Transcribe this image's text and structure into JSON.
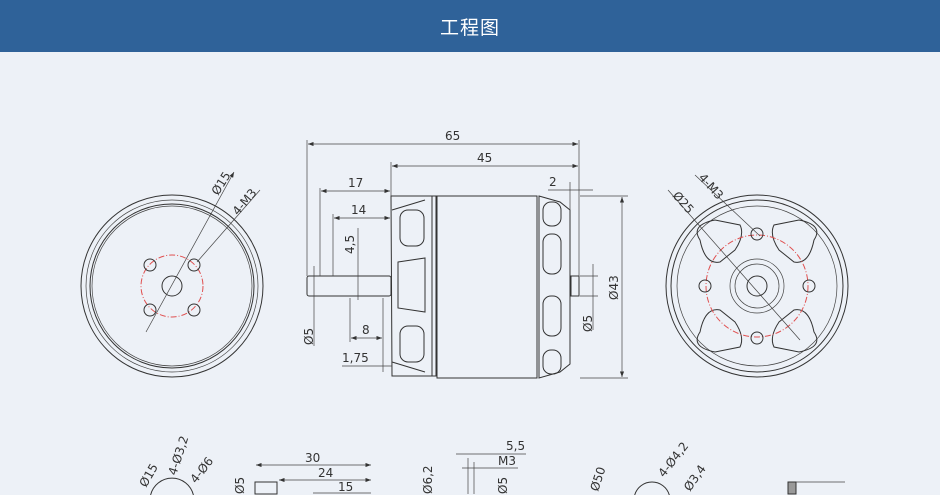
{
  "header": {
    "title": "工程图"
  },
  "colors": {
    "header_bg": "#2f6299",
    "page_bg": "#edf1f7",
    "centerline": "#e05050",
    "line": "#333333"
  },
  "front_view": {
    "dims": {
      "pcd": "Ø15",
      "holes": "4-M3"
    }
  },
  "side_view": {
    "dims": {
      "overall": "65",
      "body": "45",
      "shaft_front": "17",
      "shaft_mid": "14",
      "rear_shaft": "2",
      "diameter": "Ø43",
      "flat": "4,5",
      "flat_len": "8",
      "groove": "1,75",
      "shaft_dia_front": "Ø5",
      "shaft_dia_rear": "Ø5"
    }
  },
  "rear_view": {
    "dims": {
      "pcd": "Ø25",
      "holes": "4-M3"
    }
  },
  "bottom_row": {
    "labels": [
      "Ø15",
      "4-Ø3,2",
      "4-Ø6",
      "30",
      "24",
      "15",
      "Ø5",
      "Ø6,2",
      "5,5",
      "M3",
      "Ø5",
      "Ø50",
      "4-Ø4,2",
      "Ø3,4"
    ]
  }
}
